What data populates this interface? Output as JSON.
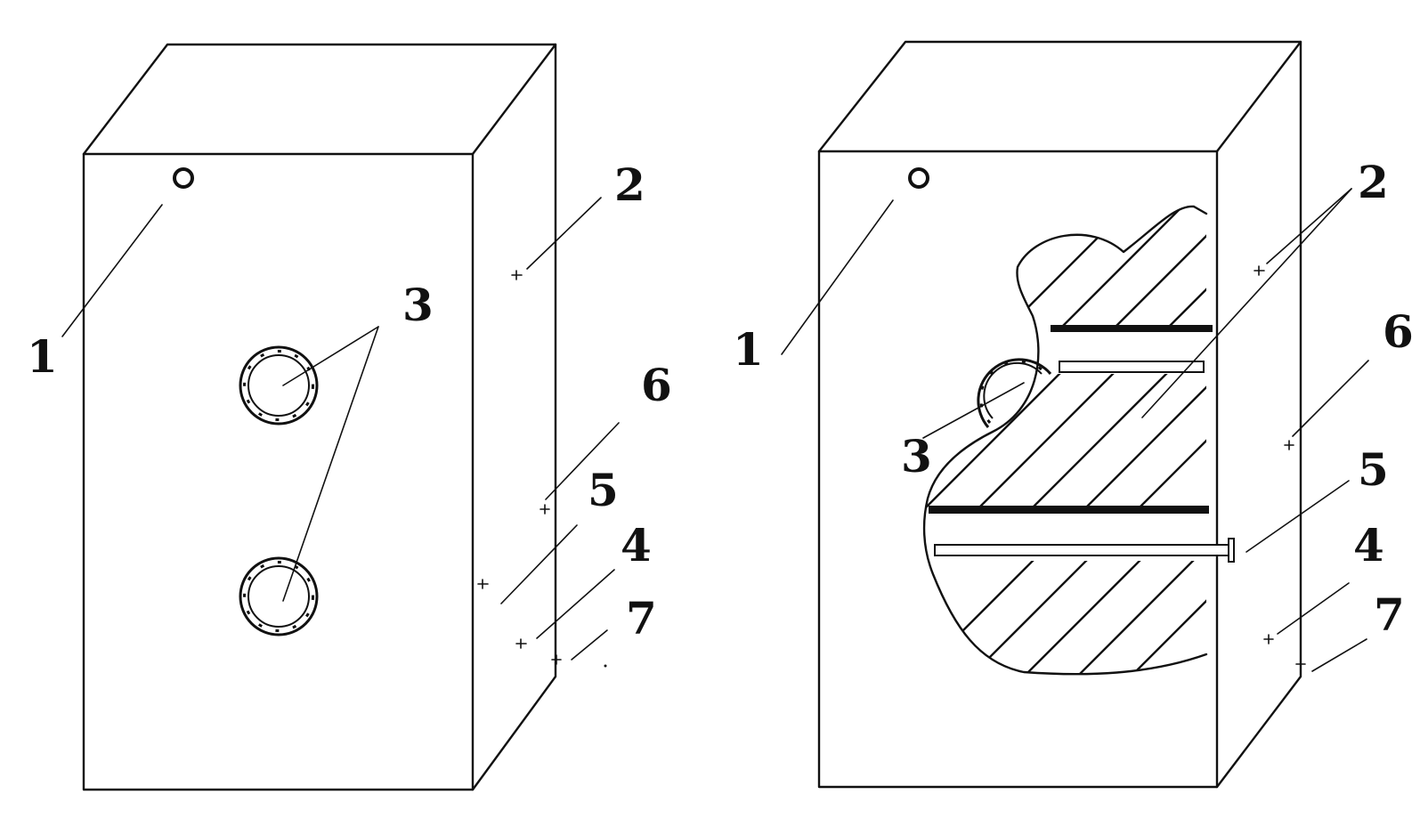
{
  "left_figure": {
    "labels": {
      "l1": "1",
      "l2": "2",
      "l3": "3",
      "l4": "4",
      "l5": "5",
      "l6": "6",
      "l7": "7"
    }
  },
  "right_figure": {
    "labels": {
      "l1": "1",
      "l2": "2",
      "l3": "3",
      "l4": "4",
      "l5": "5",
      "l6": "6",
      "l7": "7"
    }
  }
}
